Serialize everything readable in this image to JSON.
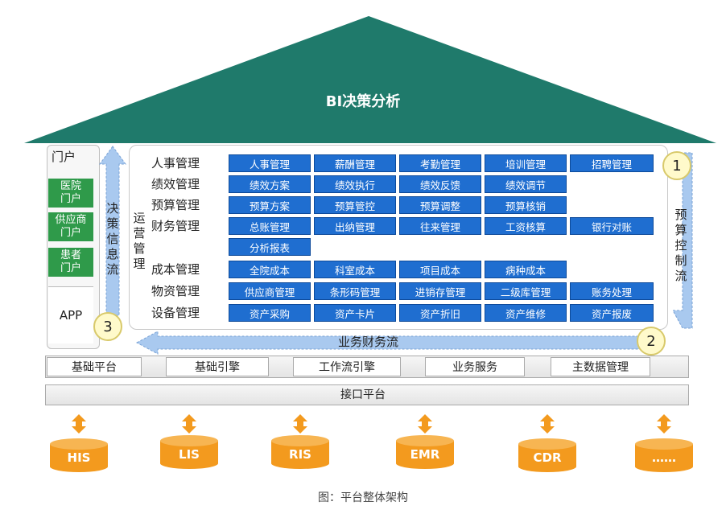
{
  "roof": {
    "title": "BI决策分析"
  },
  "portal": {
    "title": "门户",
    "items": [
      "医院\n门户",
      "供应商\n门户",
      "患者\n门户"
    ],
    "app": "APP"
  },
  "ops_label": "运营管理",
  "decision_flow": "决策信息流",
  "budget_flow": "预算控制流",
  "business_flow": "业务财务流",
  "markers": [
    "1",
    "2",
    "3"
  ],
  "rows": [
    {
      "label": "人事管理",
      "cells": [
        "人事管理",
        "薪酬管理",
        "考勤管理",
        "培训管理",
        "招聘管理"
      ]
    },
    {
      "label": "绩效管理",
      "cells": [
        "绩效方案",
        "绩效执行",
        "绩效反馈",
        "绩效调节"
      ]
    },
    {
      "label": "预算管理",
      "cells": [
        "预算方案",
        "预算管控",
        "预算调整",
        "预算核销"
      ]
    },
    {
      "label": "财务管理",
      "cells": [
        "总账管理",
        "出纳管理",
        "往来管理",
        "工资核算",
        "银行对账"
      ]
    },
    {
      "label": "",
      "cells": [
        "分析报表"
      ]
    },
    {
      "label": "成本管理",
      "cells": [
        "全院成本",
        "科室成本",
        "项目成本",
        "病种成本"
      ]
    },
    {
      "label": "物资管理",
      "cells": [
        "供应商管理",
        "条形码管理",
        "进销存管理",
        "二级库管理",
        "账务处理"
      ]
    },
    {
      "label": "设备管理",
      "cells": [
        "资产采购",
        "资产卡片",
        "资产折旧",
        "资产维修",
        "资产报废"
      ]
    }
  ],
  "platform": {
    "segments": [
      "基础平台",
      "基础引擎",
      "工作流引擎",
      "业务服务",
      "主数据管理"
    ],
    "interface": "接口平台"
  },
  "systems": [
    "HIS",
    "LIS",
    "RIS",
    "EMR",
    "CDR",
    "……"
  ],
  "colors": {
    "roof": "#1f7a6b",
    "cell": "#1f6ed0",
    "portal": "#2f9a4a",
    "cylinder": "#f39a1e",
    "arrow": "#a9c9ef"
  },
  "caption": "图：平台整体架构"
}
